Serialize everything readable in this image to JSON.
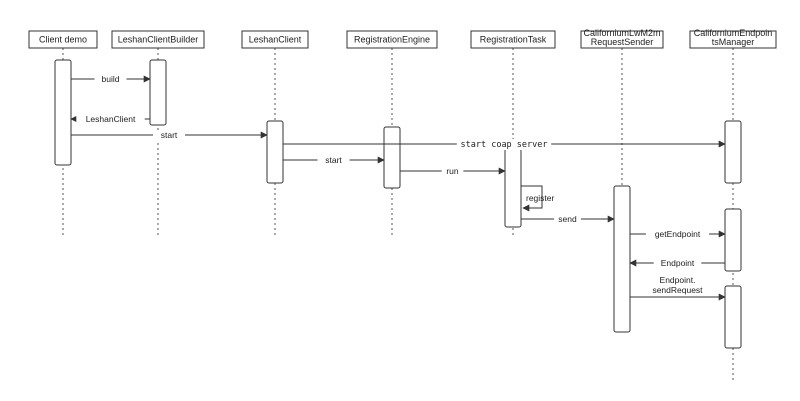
{
  "participants": [
    {
      "id": "client_demo",
      "label": [
        "Client demo"
      ]
    },
    {
      "id": "leshan_client_builder",
      "label": [
        "LeshanClientBuilder"
      ]
    },
    {
      "id": "leshan_client",
      "label": [
        "LeshanClient"
      ]
    },
    {
      "id": "registration_engine",
      "label": [
        "RegistrationEngine"
      ]
    },
    {
      "id": "registration_task",
      "label": [
        "RegistrationTask"
      ]
    },
    {
      "id": "californium_sender",
      "label": [
        "CaliforniumLwM2m",
        "RequestSender"
      ]
    },
    {
      "id": "californium_endpoints_manager",
      "label": [
        "CaliforniumEndpoin",
        "tsManager"
      ]
    }
  ],
  "messages": [
    {
      "id": "build",
      "label": [
        "build"
      ],
      "from": "client_demo",
      "to": "leshan_client_builder"
    },
    {
      "id": "leshan_client_return",
      "label": [
        "LeshanClient"
      ],
      "from": "leshan_client_builder",
      "to": "client_demo"
    },
    {
      "id": "start_1",
      "label": [
        "start"
      ],
      "from": "client_demo",
      "to": "leshan_client"
    },
    {
      "id": "start_coap_server",
      "label": [
        "start coap server"
      ],
      "from": "leshan_client",
      "to": "californium_endpoints_manager"
    },
    {
      "id": "start_2",
      "label": [
        "start"
      ],
      "from": "leshan_client",
      "to": "registration_engine"
    },
    {
      "id": "run",
      "label": [
        "run"
      ],
      "from": "registration_engine",
      "to": "registration_task"
    },
    {
      "id": "register",
      "label": [
        "register"
      ],
      "from": "registration_task",
      "to": "registration_task"
    },
    {
      "id": "send",
      "label": [
        "send"
      ],
      "from": "registration_task",
      "to": "californium_sender"
    },
    {
      "id": "get_endpoint",
      "label": [
        "getEndpoint"
      ],
      "from": "californium_sender",
      "to": "californium_endpoints_manager"
    },
    {
      "id": "endpoint_return",
      "label": [
        "Endpoint"
      ],
      "from": "californium_endpoints_manager",
      "to": "californium_sender"
    },
    {
      "id": "endpoint_send_request",
      "label": [
        "Endpoint.",
        "sendRequest"
      ],
      "from": "californium_sender",
      "to": "californium_endpoints_manager"
    }
  ]
}
